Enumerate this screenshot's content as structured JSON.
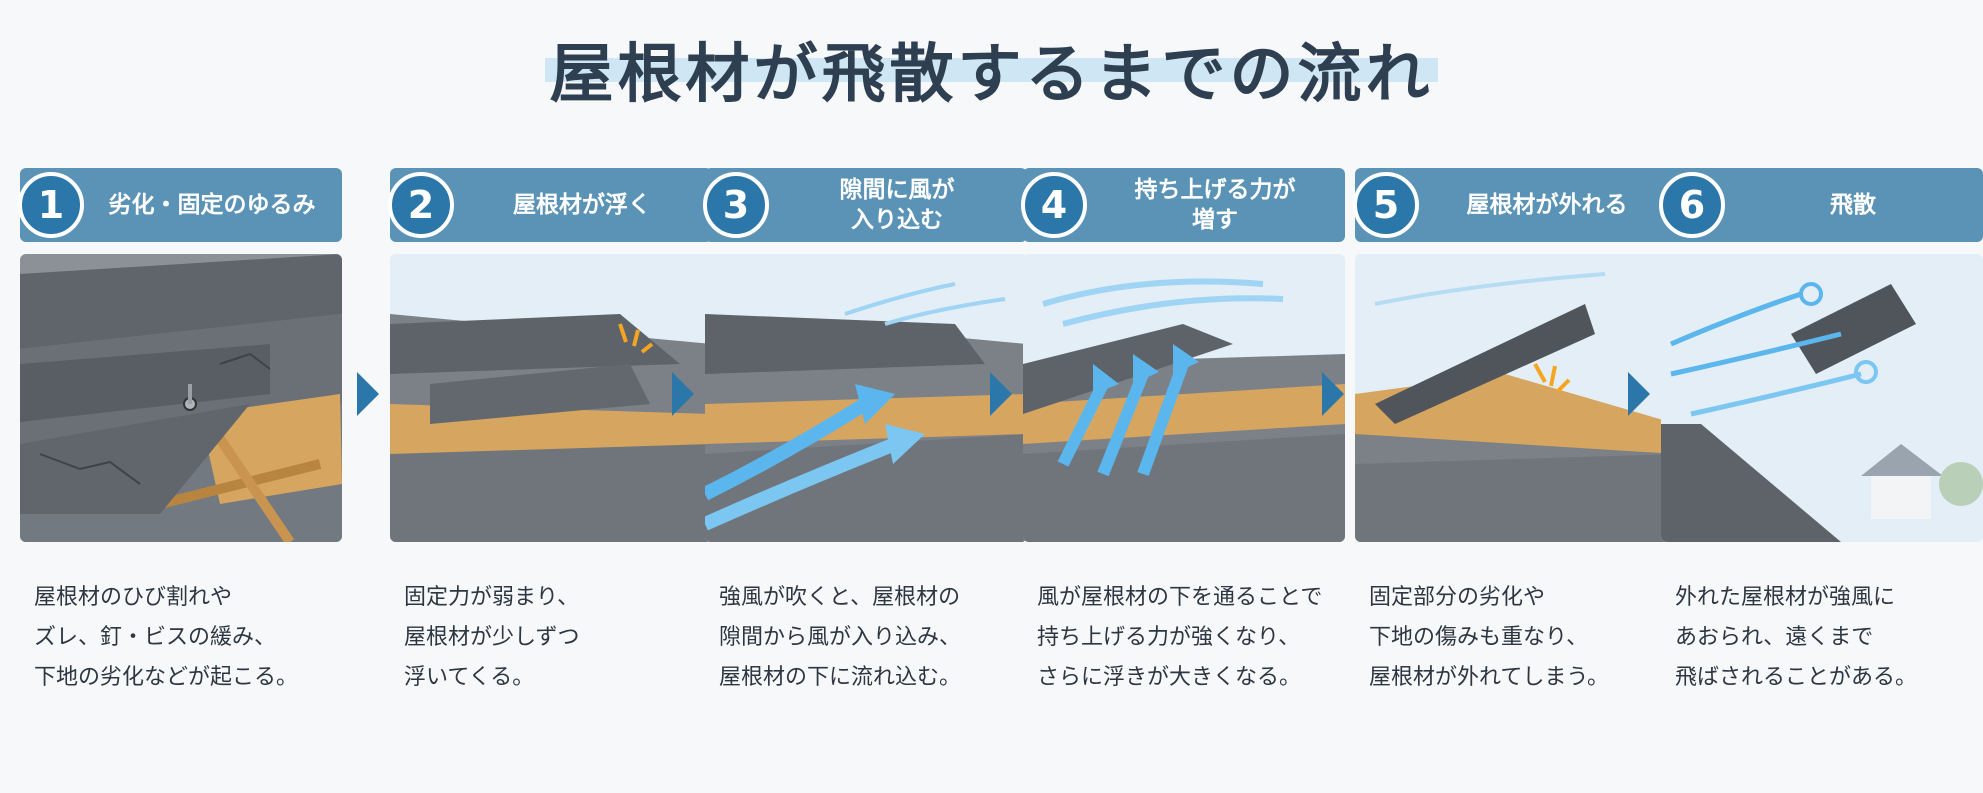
{
  "title": "屋根材が飛散するまでの流れ",
  "steps": [
    {
      "number": "1",
      "label": "劣化・固定のゆるみ",
      "desc": [
        "屋根材のひび割れや",
        "ズレ、釘・ビスの緩み、",
        "下地の劣化などが起こる。"
      ]
    },
    {
      "number": "2",
      "label": "屋根材が浮く",
      "desc": [
        "固定力が弱まり、",
        "屋根材が少しずつ",
        "浮いてくる。"
      ]
    },
    {
      "number": "3",
      "label": "隙間に風が\n入り込む",
      "desc": [
        "強風が吹くと、屋根材の",
        "隙間から風が入り込み、",
        "屋根材の下に流れ込む。"
      ]
    },
    {
      "number": "4",
      "label": "持ち上げる力が\n増す",
      "desc": [
        "風が屋根材の下を通ることで",
        "持ち上げる力が強くなり、",
        "さらに浮きが大きくなる。"
      ]
    },
    {
      "number": "5",
      "label": "屋根材が外れる",
      "desc": [
        "固定部分の劣化や",
        "下地の傷みも重なり、",
        "屋根材が外れてしまう。"
      ]
    },
    {
      "number": "6",
      "label": "飛散",
      "desc": [
        "外れた屋根材が強風に",
        "あおられ、遠くまで",
        "飛ばされることがある。"
      ]
    }
  ],
  "colors": {
    "header": "#5b93b6",
    "badge": "#2c77a9",
    "highlight": "#cfe6f5",
    "wind": "#5bb6ee",
    "slate": "#6d7379",
    "wood": "#d6a55f"
  }
}
